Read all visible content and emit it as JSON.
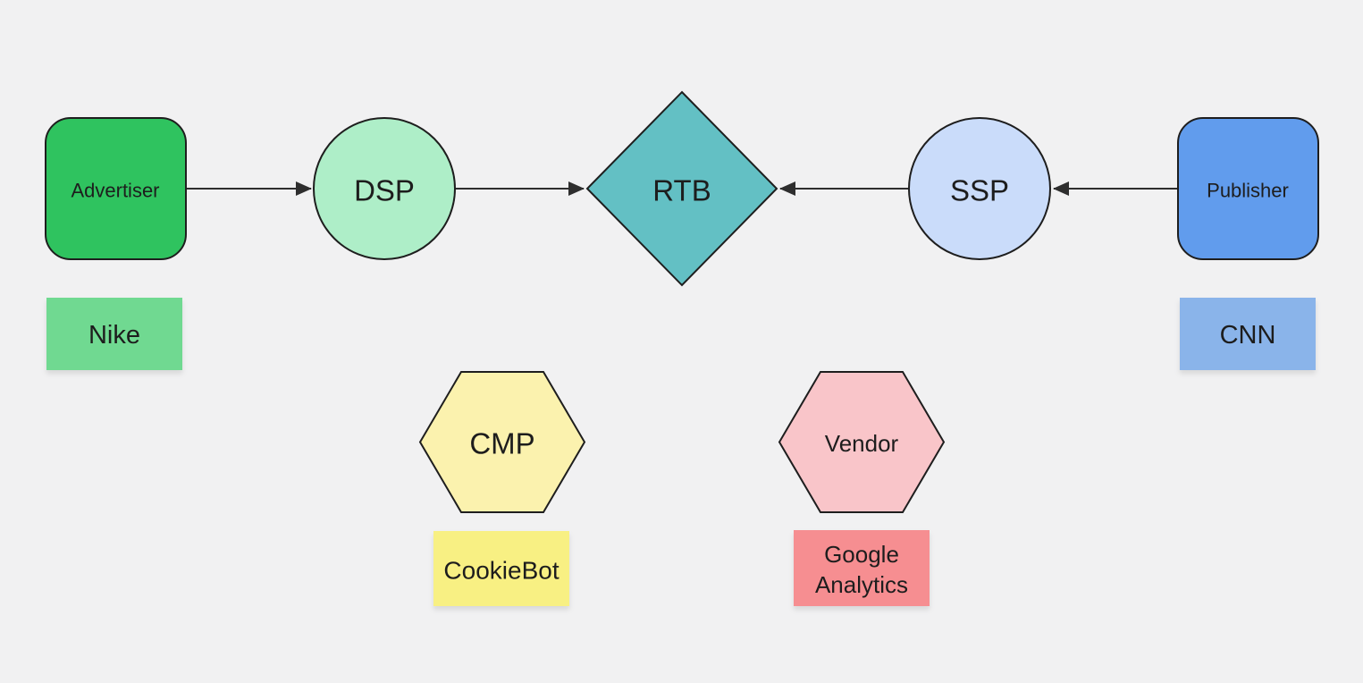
{
  "canvas": {
    "background": "#f1f1f2",
    "shape_stroke": "#1e1e1e",
    "edge_color": "#2e2e2e",
    "text_color": "#1d1d1d"
  },
  "nodes": {
    "advertiser": {
      "label": "Advertiser",
      "shape": "rounded-rect",
      "fill": "#2fc35f"
    },
    "dsp": {
      "label": "DSP",
      "shape": "circle",
      "fill": "#aeeec8"
    },
    "rtb": {
      "label": "RTB",
      "shape": "diamond",
      "fill": "#63c0c4"
    },
    "ssp": {
      "label": "SSP",
      "shape": "circle",
      "fill": "#cadcfa"
    },
    "publisher": {
      "label": "Publisher",
      "shape": "rounded-rect",
      "fill": "#619ced"
    },
    "cmp": {
      "label": "CMP",
      "shape": "hexagon",
      "fill": "#fbf2ae"
    },
    "vendor": {
      "label": "Vendor",
      "shape": "hexagon",
      "fill": "#f9c5c9"
    }
  },
  "annotations": {
    "nike": {
      "label": "Nike",
      "fill": "#70d991"
    },
    "cnn": {
      "label": "CNN",
      "fill": "#8ab4ea"
    },
    "cookiebot": {
      "label": "CookieBot",
      "fill": "#f8f083"
    },
    "google_analytics": {
      "label_line1": "Google",
      "label_line2": "Analytics",
      "fill": "#f68e91"
    }
  },
  "edges": [
    {
      "from": "advertiser",
      "to": "dsp"
    },
    {
      "from": "dsp",
      "to": "rtb"
    },
    {
      "from": "ssp",
      "to": "rtb"
    },
    {
      "from": "publisher",
      "to": "ssp"
    }
  ]
}
